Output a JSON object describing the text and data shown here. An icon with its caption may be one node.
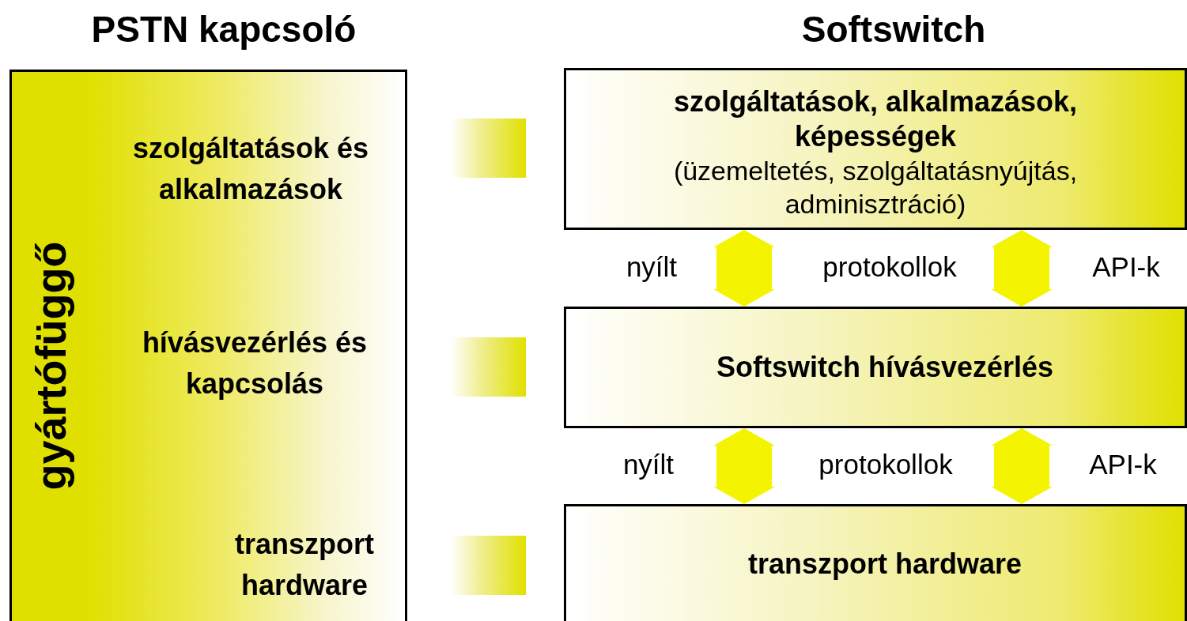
{
  "diagram": {
    "nodes": [
      {
        "text": [
          "gyártófüggő"
        ]
      },
      {
        "text": [
          "szolgáltatások és alkalmazások"
        ]
      },
      {
        "text": [
          "hívásvezérlés és kapcsolás"
        ]
      },
      {
        "text": [
          "transzport hardware"
        ]
      },
      {
        "text": [],
        "shape": "bar"
      },
      {
        "text": [],
        "shape": "bar"
      },
      {
        "text": [],
        "shape": "bar"
      },
      {
        "text": [
          "szolgáltatások, alkalmazások, képességek",
          "(üzemeltetés, szolgáltatásnyújtás, adminisztráció)"
        ]
      },
      {
        "text": [
          "Softswitch hívásvezérlés"
        ]
      },
      {
        "text": [
          "transzport hardware"
        ]
      }
    ],
    "edges": [
      {
        "from": 7,
        "to": 8,
        "arrow": "both"
      },
      {
        "from": 7,
        "to": 8,
        "arrow": "both"
      },
      {
        "from": 8,
        "to": 9,
        "arrow": "both"
      },
      {
        "from": 8,
        "to": 9,
        "arrow": "both"
      }
    ],
    "labels": [
      "PSTN kapcsoló",
      "Softswitch",
      "nyílt",
      "protokollok",
      "API-k",
      "nyílt",
      "protokollok",
      "API-k"
    ]
  }
}
